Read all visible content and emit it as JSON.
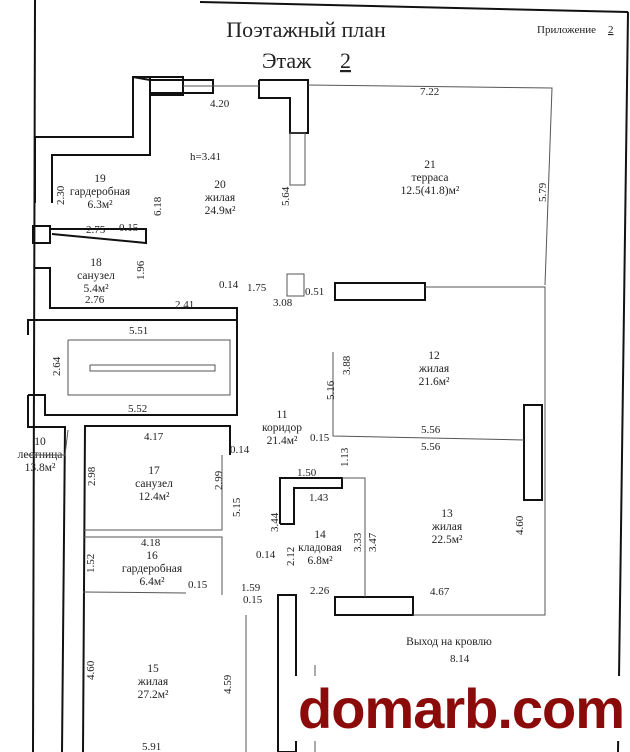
{
  "header": {
    "title": "Поэтажный план",
    "floor_label": "Этаж",
    "floor_number": "2",
    "appendix_label": "Приложение",
    "appendix_number": "2"
  },
  "rooms": [
    {
      "number": "10",
      "name": "лестница",
      "area": "13.8м²"
    },
    {
      "number": "11",
      "name": "коридор",
      "area": "21.4м²"
    },
    {
      "number": "12",
      "name": "жилая",
      "area": "21.6м²"
    },
    {
      "number": "13",
      "name": "жилая",
      "area": "22.5м²"
    },
    {
      "number": "14",
      "name": "кладовая",
      "area": "6.8м²"
    },
    {
      "number": "15",
      "name": "жилая",
      "area": "27.2м²"
    },
    {
      "number": "16",
      "name": "гардеробная",
      "area": "6.4м²"
    },
    {
      "number": "17",
      "name": "санузел",
      "area": "12.4м²"
    },
    {
      "number": "18",
      "name": "санузел",
      "area": "5.4м²"
    },
    {
      "number": "19",
      "name": "гардеробная",
      "area": "6.3м²"
    },
    {
      "number": "20",
      "name": "жилая",
      "area": "24.9м²"
    },
    {
      "number": "21",
      "name": "терраса",
      "area": "12.5(41.8)м²"
    }
  ],
  "roof_exit": "Выход  на кровлю",
  "dims": [
    "4.20",
    "7.22",
    "h=3.41",
    "5.64",
    "5.79",
    "6.18",
    "2.30",
    "2.75",
    "0.15",
    "1.96",
    "2.76",
    "2.41",
    "0.14",
    "1.75",
    "3.08",
    "0.51",
    "5.51",
    "2.64",
    "5.52",
    "4.17",
    "0.14",
    "2.98",
    "2.99",
    "5.15",
    "4.18",
    "1.52",
    "0.15",
    "1.59",
    "0.15",
    "5.16",
    "3.88",
    "0.15",
    "5.56",
    "5.56",
    "1.13",
    "1.50",
    "1.43",
    "3.44",
    "0.14",
    "2.12",
    "3.33",
    "3.47",
    "4.60",
    "2.26",
    "4.67",
    "8.14",
    "4.60",
    "4.59",
    "5.91"
  ],
  "watermark": "domarb.com",
  "colors": {
    "watermark": "#8b0a0a",
    "ink": "#111111"
  }
}
